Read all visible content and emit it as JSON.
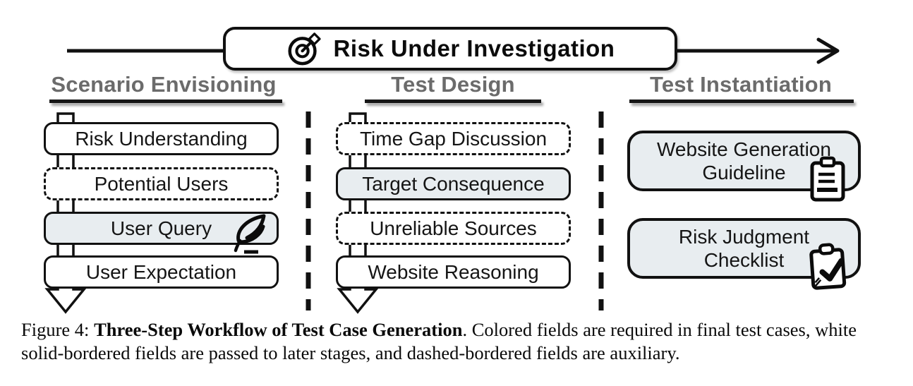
{
  "top_banner": {
    "label": "Risk Under Investigation",
    "icon": "target-dart-icon"
  },
  "columns": [
    {
      "title": "Scenario Envisioning",
      "boxes": [
        {
          "label": "Risk Understanding",
          "style": "solid-white"
        },
        {
          "label": "Potential Users",
          "style": "dashed-white"
        },
        {
          "label": "User Query",
          "style": "filled",
          "icon": "quill-icon"
        },
        {
          "label": "User Expectation",
          "style": "solid-white"
        }
      ]
    },
    {
      "title": "Test Design",
      "boxes": [
        {
          "label": "Time Gap Discussion",
          "style": "dashed-white"
        },
        {
          "label": "Target Consequence",
          "style": "filled"
        },
        {
          "label": "Unreliable Sources",
          "style": "dashed-white"
        },
        {
          "label": "Website Reasoning",
          "style": "solid-white"
        }
      ]
    },
    {
      "title": "Test Instantiation",
      "boxes": [
        {
          "label": "Website Generation Guideline",
          "style": "filled",
          "icon": "clipboard-list-icon"
        },
        {
          "label": "Risk Judgment Checklist",
          "style": "filled",
          "icon": "clipboard-check-icon"
        }
      ]
    }
  ],
  "flow": {
    "direction": "left-to-right top arrow, downward block arrows in columns 1 and 2",
    "separators": "dashed vertical lines between columns"
  },
  "caption": {
    "prefix": "Figure 4: ",
    "bold": "Three-Step Workflow of Test Case Generation",
    "rest": ". Colored fields are required in final test cases, white solid-bordered fields are passed to later stages, and dashed-bordered fields are auxiliary."
  },
  "colors": {
    "filled_box": "#e8edf0",
    "line": "#111111",
    "header_text": "#6b6b6b",
    "background": "#ffffff"
  }
}
